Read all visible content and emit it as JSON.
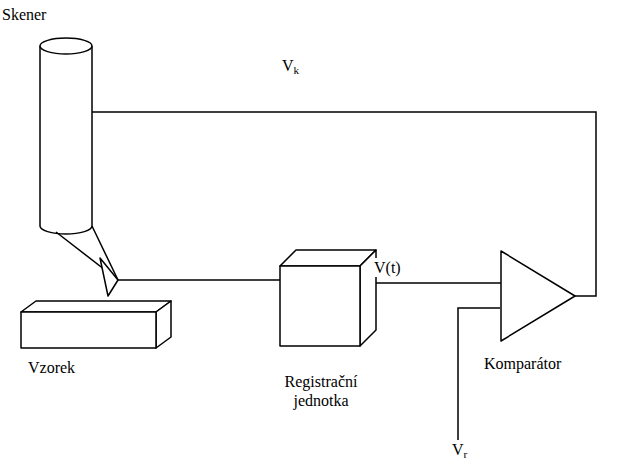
{
  "diagram": {
    "nodes": [
      {
        "text": [
          "Skener"
        ]
      },
      {
        "text": [
          "Vzorek"
        ]
      },
      {
        "text": [
          "Registrační jednotka"
        ]
      },
      {
        "text": [
          "Komparátor"
        ]
      }
    ],
    "edges": [
      {
        "from": 0,
        "to": 2,
        "arrow": "none"
      },
      {
        "from": 2,
        "to": 3,
        "label": "V(t)",
        "arrow": "none"
      },
      {
        "from": 3,
        "to": 0,
        "label": "Vk",
        "arrow": "none"
      }
    ],
    "labels": [
      "Vr"
    ]
  }
}
